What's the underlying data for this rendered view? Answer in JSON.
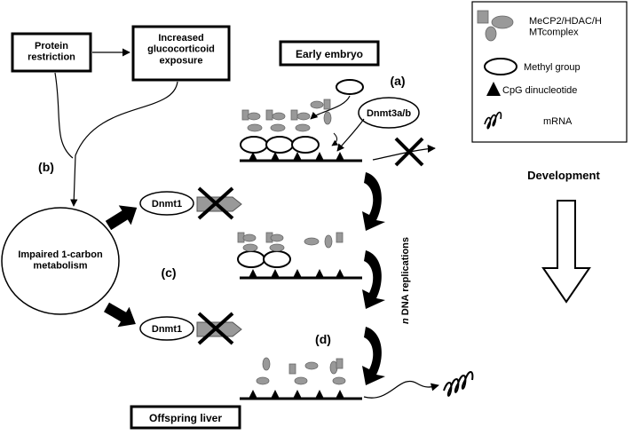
{
  "boxes": {
    "protein_restriction": "Protein\nrestriction",
    "glucocorticoid": "Increased\nglucocorticoid\nexposure",
    "early_embryo": "Early embryo",
    "offspring_liver": "Offspring liver",
    "impaired_metabolism": "Impaired 1-carbon\nmetabolism",
    "dnmt3": "Dnmt3a/b",
    "dnmt1_top": "Dnmt1",
    "dnmt1_bottom": "Dnmt1"
  },
  "labels": {
    "a": "(a)",
    "b": "(b)",
    "c": "(c)",
    "d": "(d)",
    "development": "Development",
    "replications_n": "n",
    "replications_text": " DNA replications"
  },
  "legend": {
    "mecp2": "MeCP2/HDAC/H\nMTcomplex",
    "methyl": "Methyl group",
    "cpg": "CpG dinucleotide",
    "mrna": "mRNA"
  }
}
